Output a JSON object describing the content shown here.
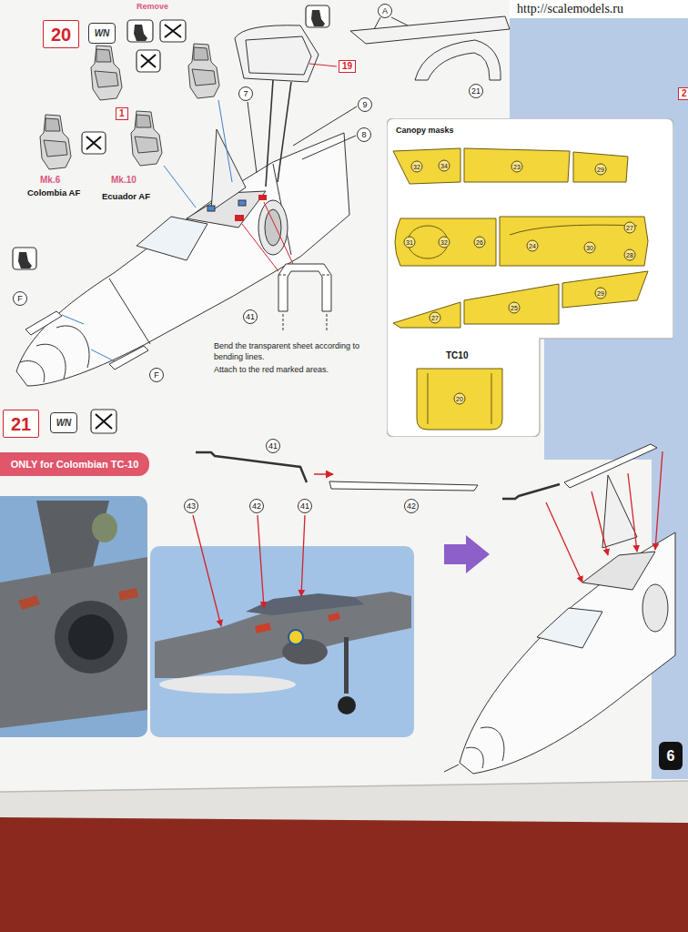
{
  "diagram": {
    "nodes": [
      {
        "text": [
          "20"
        ]
      },
      {
        "text": [
          "WN"
        ]
      },
      {
        "text": [
          "Canopy masks",
          "TC10"
        ]
      },
      {
        "text": [
          "21"
        ]
      },
      {
        "text": [
          "WN"
        ]
      },
      {
        "text": [
          "ONLY for Colombian TC-10"
        ]
      },
      {
        "text": [
          "6"
        ]
      }
    ],
    "labels": [
      "http://scalemodels.ru",
      "Remove",
      "19",
      "1",
      "7",
      "9",
      "8",
      "Mk.6",
      "Colombia AF",
      "Mk.10",
      "Ecuador AF",
      "41",
      "Bend the transparent sheet according to bending lines.",
      "Attach to the red marked areas.",
      "F",
      "F",
      "A",
      "21",
      "32",
      "34",
      "23",
      "29",
      "31",
      "32",
      "26",
      "24",
      "30",
      "27",
      "28",
      "27",
      "25",
      "29",
      "20",
      "41",
      "42",
      "43",
      "42",
      "41",
      "2"
    ]
  }
}
